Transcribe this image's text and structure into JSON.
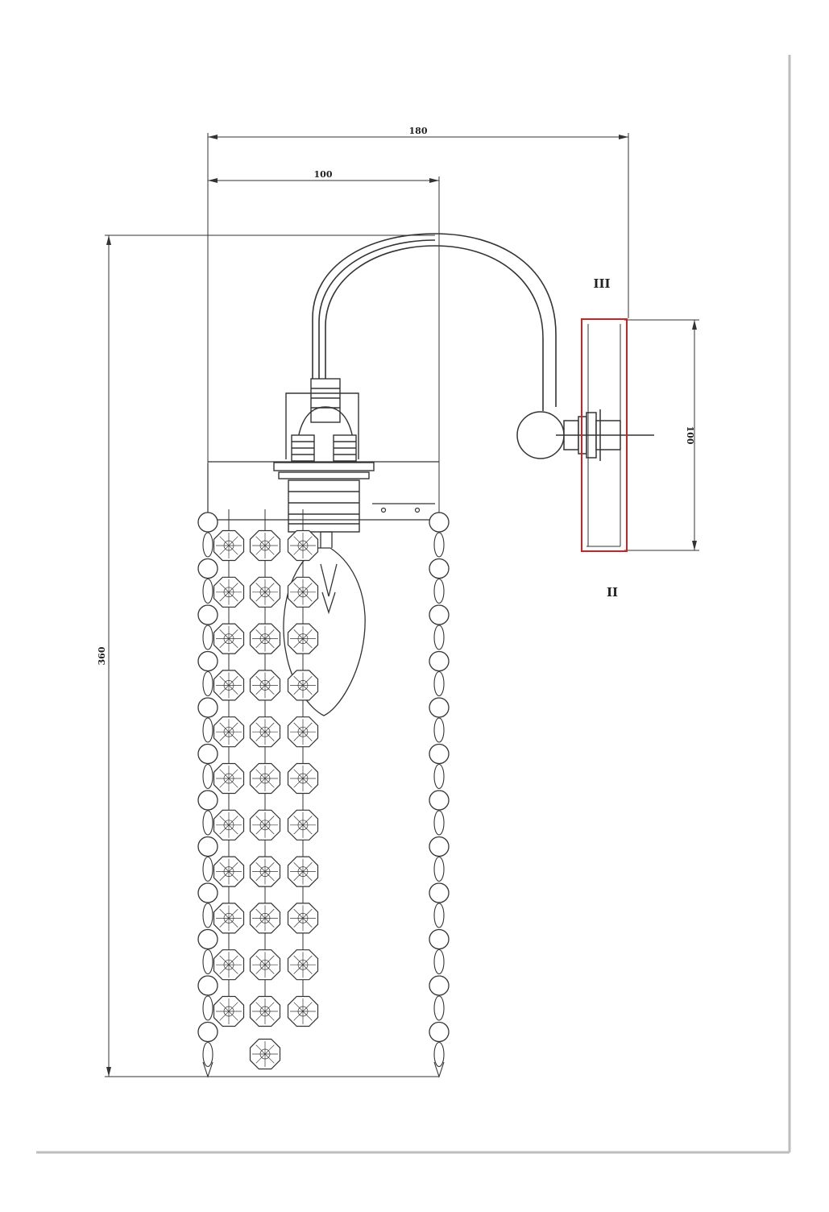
{
  "drawing": {
    "dimensions": {
      "overall_width": "180",
      "inner_width": "100",
      "total_height": "360",
      "backplate_height": "100"
    },
    "marks": {
      "upper": "III",
      "lower": "II"
    },
    "colors": {
      "line": "#333333",
      "border": "#bdbdbd",
      "backplate": "#cc2222"
    }
  }
}
